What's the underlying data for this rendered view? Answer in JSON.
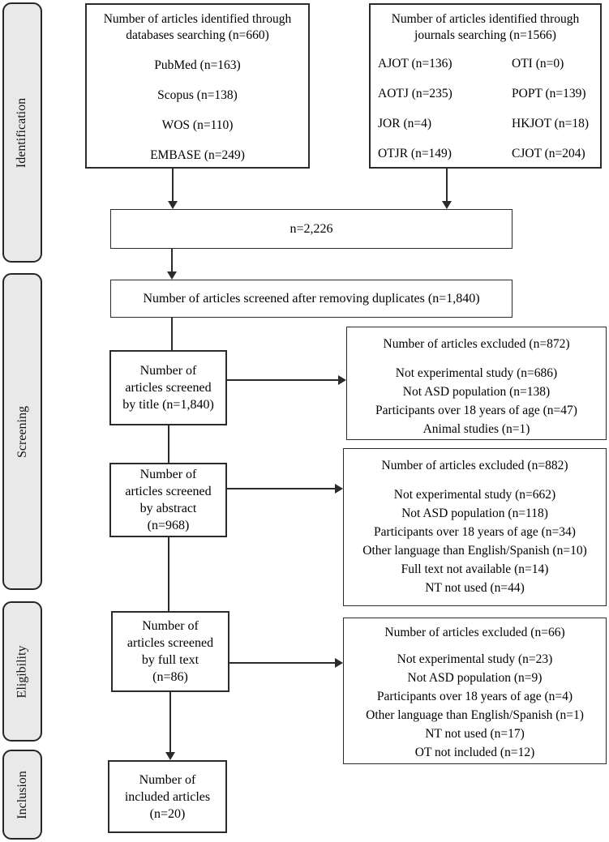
{
  "colors": {
    "border": "#2b2b2b",
    "stage_fill": "#e9e9e9",
    "background": "#ffffff"
  },
  "stages": {
    "identification": "Identification",
    "screening": "Screening",
    "eligibility": "Eligibility",
    "inclusion": "Inclusion"
  },
  "identified_databases": {
    "title_line1": "Number of articles identified through",
    "title_line2": "databases searching (n=660)",
    "items": [
      "PubMed (n=163)",
      "Scopus (n=138)",
      "WOS (n=110)",
      "EMBASE (n=249)"
    ]
  },
  "identified_journals": {
    "title_line1": "Number of articles identified through",
    "title_line2": "journals searching (n=1566)",
    "left_items": [
      "AJOT (n=136)",
      "AOTJ (n=235)",
      "JOR (n=4)",
      "OTJR (n=149)"
    ],
    "right_items": [
      "OTI (n=0)",
      "POPT (n=139)",
      "HKJOT (n=18)",
      "CJOT (n=204)"
    ]
  },
  "total_combined": "n=2,226",
  "after_duplicates": "Number of articles screened after removing duplicates (n=1,840)",
  "screened_by_title": {
    "line1": "Number of",
    "line2": "articles screened",
    "line3": "by title (n=1,840)"
  },
  "excluded_by_title": {
    "header": "Number of articles excluded (n=872)",
    "items": [
      "Not experimental study (n=686)",
      "Not ASD population (n=138)",
      "Participants over 18 years of age (n=47)",
      "Animal studies (n=1)"
    ]
  },
  "screened_by_abstract": {
    "line1": "Number of",
    "line2": "articles screened",
    "line3": "by abstract",
    "line4": "(n=968)"
  },
  "excluded_by_abstract": {
    "header": "Number of articles excluded (n=882)",
    "items": [
      "Not experimental study (n=662)",
      "Not ASD population (n=118)",
      "Participants over 18 years of age (n=34)",
      "Other language than English/Spanish (n=10)",
      "Full text not available (n=14)",
      "NT not used (n=44)"
    ]
  },
  "screened_by_fulltext": {
    "line1": "Number of",
    "line2": "articles screened",
    "line3": "by full text",
    "line4": "(n=86)"
  },
  "excluded_by_fulltext": {
    "header": "Number of articles excluded (n=66)",
    "items": [
      "Not experimental study (n=23)",
      "Not ASD population (n=9)",
      "Participants over 18 years of age (n=4)",
      "Other language than English/Spanish (n=1)",
      "NT not used (n=17)",
      "OT not included (n=12)"
    ]
  },
  "included": {
    "line1": "Number of",
    "line2": "included articles",
    "line3": "(n=20)"
  }
}
